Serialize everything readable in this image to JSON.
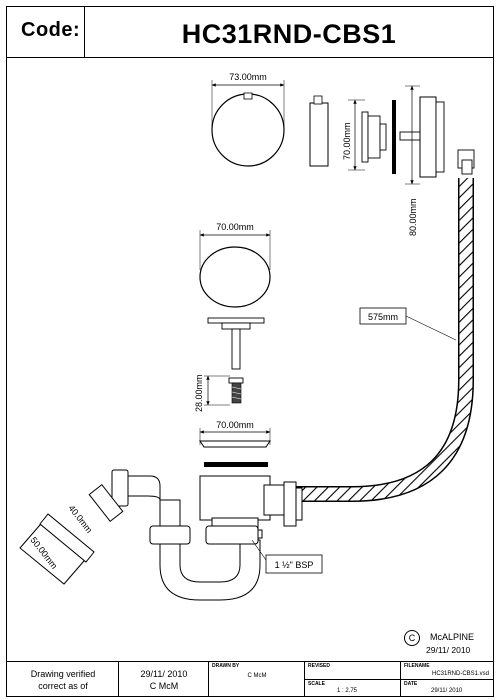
{
  "header": {
    "code_label": "Code:",
    "product_code": "HC31RND-CBS1"
  },
  "dimensions": {
    "overflow_cap_diameter": "73.00mm",
    "overflow_height": "70.00mm",
    "overflow_depth": "80.00mm",
    "waste_plug_diameter": "70.00mm",
    "hose_length": "575mm",
    "screw_length": "28.00mm",
    "waste_flange_diameter": "70.00mm",
    "outlet_size": "40.0mm",
    "outlet_socket": "50.00mm",
    "trap_thread": "1 ½\" BSP"
  },
  "brand": {
    "copyright_symbol": "C",
    "name": "McALPINE",
    "date": "29/11/ 2010"
  },
  "footer": {
    "verified_text": "Drawing verified correct as of",
    "verified_date": "29/11/ 2010",
    "verified_by": "C McM",
    "drawn_by_label": "DRAWN BY",
    "drawn_by": "C McM",
    "revised_label": "REVISED",
    "scale_label": "SCALE",
    "scale": "1 : 2.75",
    "filename_label": "FILENAME",
    "filename": "HC31RND-CBS1.vsd",
    "date_label": "DATE",
    "date": "29/11/ 2010"
  }
}
